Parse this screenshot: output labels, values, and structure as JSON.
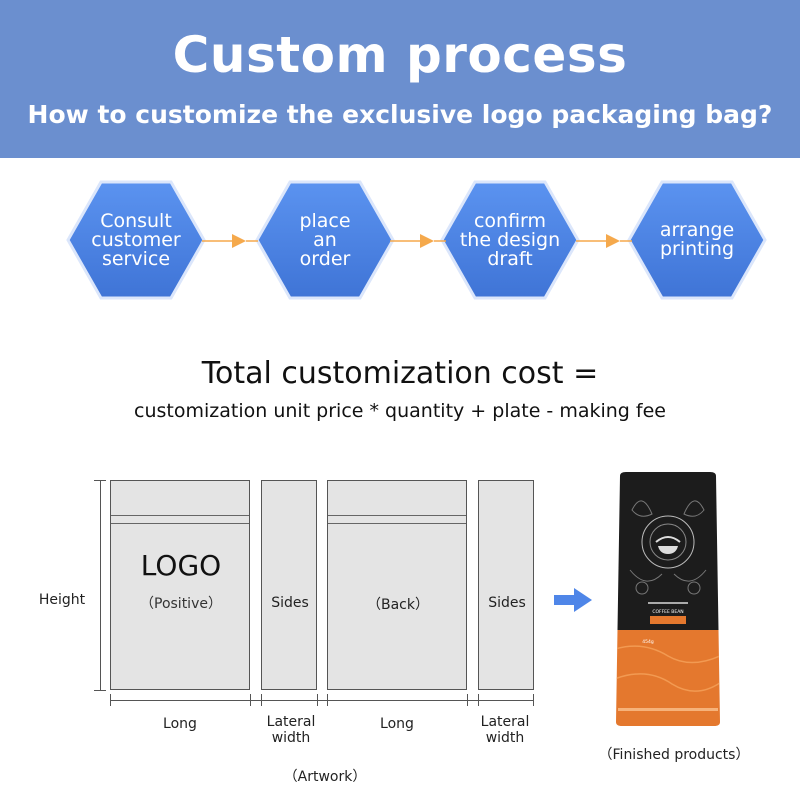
{
  "header": {
    "title": "Custom process",
    "subtitle": "How to customize the exclusive logo packaging bag?"
  },
  "steps": [
    {
      "label": "Consult\ncustomer\nservice"
    },
    {
      "label": "place\nan\norder"
    },
    {
      "label": "confirm\nthe design\ndraft"
    },
    {
      "label": "arrange\nprinting"
    }
  ],
  "formula": {
    "main": "Total customization cost =",
    "detail": "customization unit price * quantity + plate - making fee"
  },
  "diagram": {
    "height_label": "Height",
    "logo_text": "LOGO",
    "positive_label": "（Positive）",
    "sides_label_1": "Sides",
    "back_label": "（Back）",
    "sides_label_2": "Sides",
    "long_label_1": "Long",
    "lateral_label_1": "Lateral\nwidth",
    "long_label_2": "Long",
    "lateral_label_2": "Lateral\nwidth",
    "artwork_label": "（Artwork）"
  },
  "product": {
    "caption": "（Finished products）",
    "bag_text_1": "COFFEE BEAN",
    "bag_text_2": "454g"
  },
  "colors": {
    "header_bg": "#6b8fcf",
    "hex_fill": "#4f86e8",
    "arrow": "#f5a94c",
    "panel": "#e4e4e4",
    "bag_black": "#1c1c1c",
    "bag_orange": "#e4782e"
  }
}
